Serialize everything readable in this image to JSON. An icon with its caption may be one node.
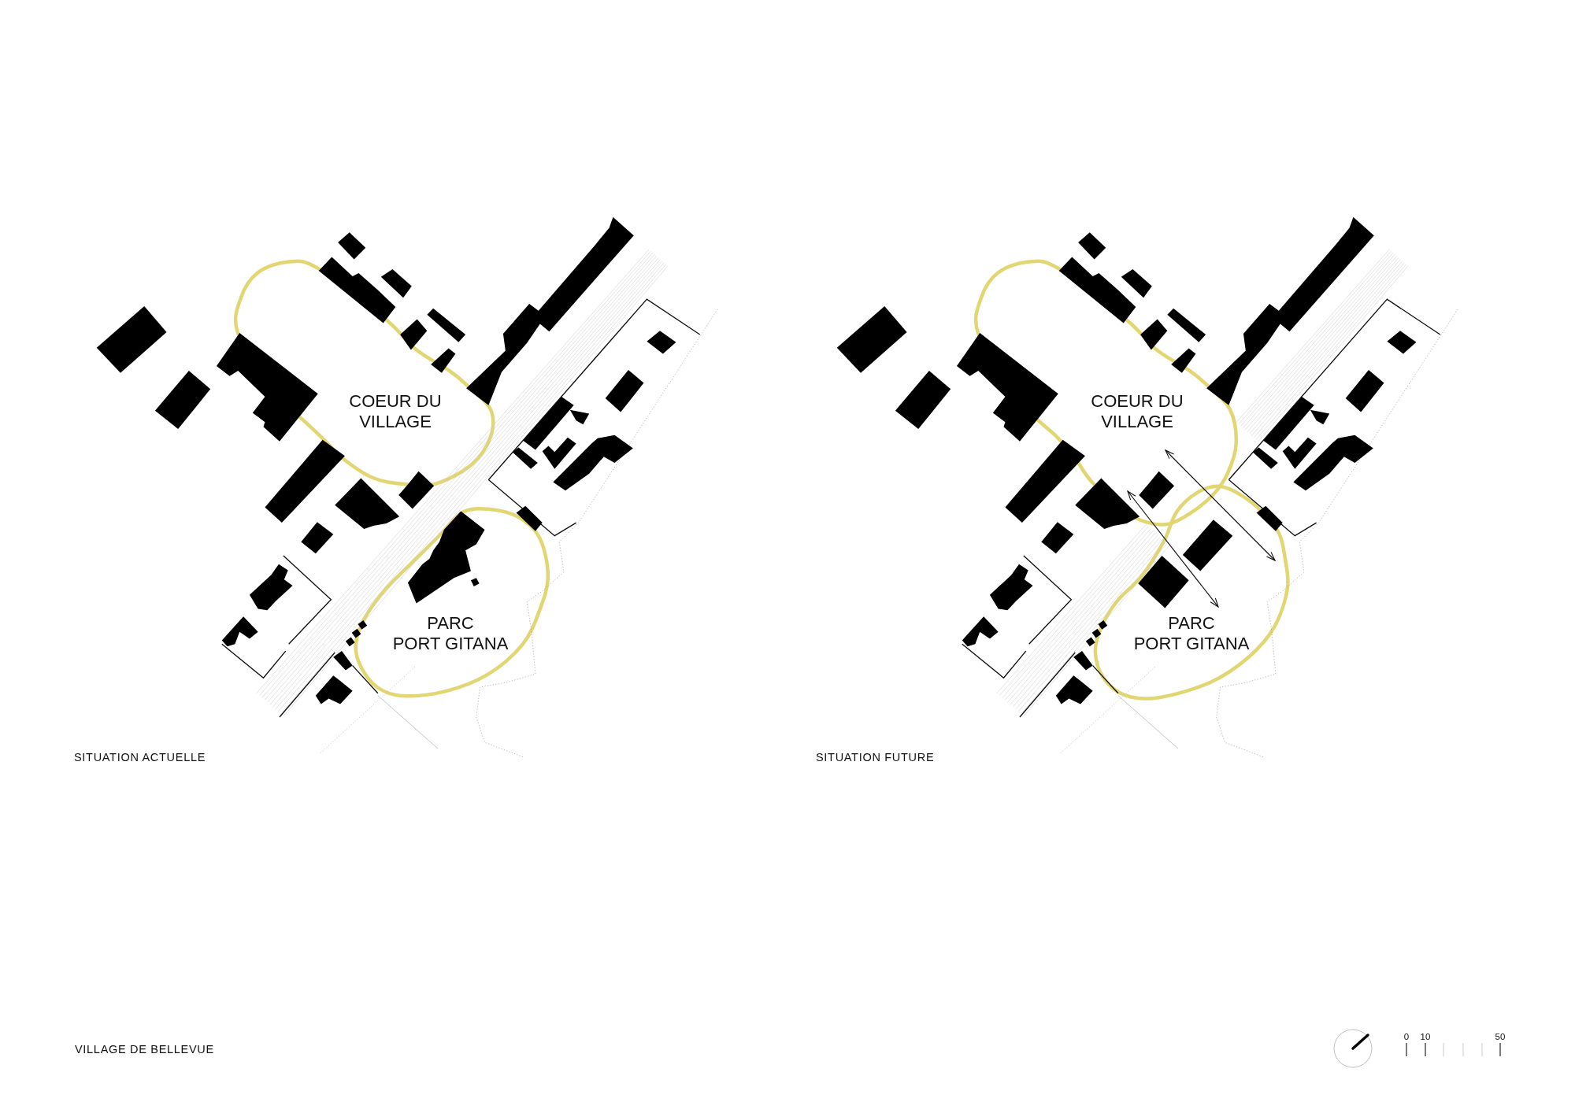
{
  "diagram": {
    "title": "VILLAGE DE BELLEVUE",
    "nodes": [
      {
        "text": [
          "COEUR DU VILLAGE"
        ]
      },
      {
        "text": [
          "PARC PORT GITANA"
        ]
      },
      {
        "text": [
          "COEUR DU VILLAGE"
        ]
      },
      {
        "text": [
          "PARC PORT GITANA"
        ]
      }
    ],
    "edges": [
      {
        "from": 2,
        "to": 3,
        "arrow": "both"
      },
      {
        "from": 2,
        "to": 3,
        "arrow": "both"
      }
    ],
    "labels": [
      "SITUATION ACTUELLE",
      "SITUATION FUTURE",
      "0",
      "10",
      "50"
    ]
  }
}
